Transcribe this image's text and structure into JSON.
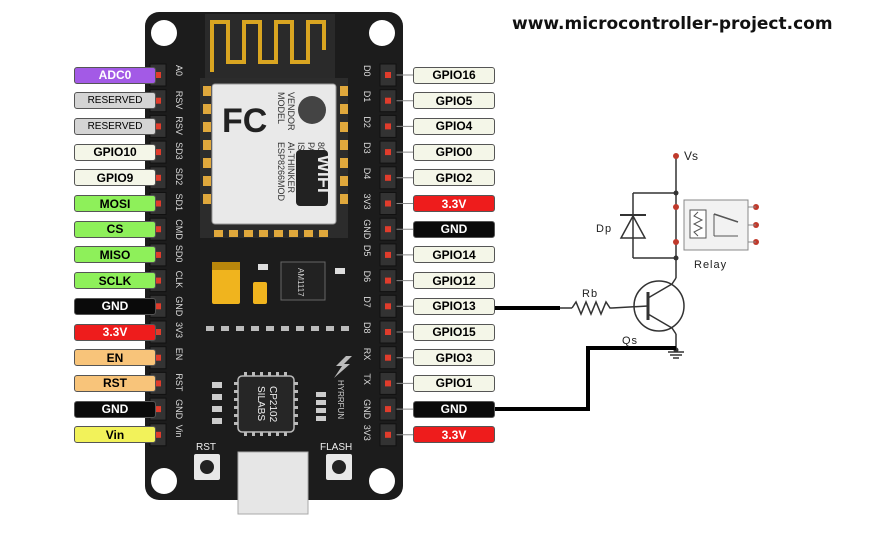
{
  "site_url": "www.microcontroller-project.com",
  "colors": {
    "board": "#1c1c1c",
    "purple": "#a35ae6",
    "gray": "#d4d4d4",
    "white": "#f4f6e8",
    "green": "#8ef05a",
    "black": "#0a0a0a",
    "red": "#ee1c1c",
    "orange": "#f8c47a",
    "yellow": "#f2f25a",
    "pin_red": "#e03c2c"
  },
  "left_pins": [
    {
      "label": "ADC0",
      "color": "purple",
      "silk": "A0"
    },
    {
      "label": "RESERVED",
      "color": "gray",
      "silk": "RSV"
    },
    {
      "label": "RESERVED",
      "color": "gray",
      "silk": "RSV"
    },
    {
      "label": "GPIO10",
      "color": "white",
      "silk": "SD3"
    },
    {
      "label": "GPIO9",
      "color": "white",
      "silk": "SD2"
    },
    {
      "label": "MOSI",
      "color": "green",
      "silk": "SD1"
    },
    {
      "label": "CS",
      "color": "green",
      "silk": "CMD"
    },
    {
      "label": "MISO",
      "color": "green",
      "silk": "SD0"
    },
    {
      "label": "SCLK",
      "color": "green",
      "silk": "CLK"
    },
    {
      "label": "GND",
      "color": "black",
      "silk": "GND"
    },
    {
      "label": "3.3V",
      "color": "red",
      "silk": "3V3"
    },
    {
      "label": "EN",
      "color": "orange",
      "silk": "EN"
    },
    {
      "label": "RST",
      "color": "orange",
      "silk": "RST"
    },
    {
      "label": "GND",
      "color": "black",
      "silk": "GND"
    },
    {
      "label": "Vin",
      "color": "yellow",
      "silk": "Vin"
    }
  ],
  "right_pins": [
    {
      "label": "GPIO16",
      "color": "white",
      "silk": "D0"
    },
    {
      "label": "GPIO5",
      "color": "white",
      "silk": "D1"
    },
    {
      "label": "GPIO4",
      "color": "white",
      "silk": "D2"
    },
    {
      "label": "GPIO0",
      "color": "white",
      "silk": "D3"
    },
    {
      "label": "GPIO2",
      "color": "white",
      "silk": "D4"
    },
    {
      "label": "3.3V",
      "color": "red",
      "silk": "3V3"
    },
    {
      "label": "GND",
      "color": "black",
      "silk": "GND"
    },
    {
      "label": "GPIO14",
      "color": "white",
      "silk": "D5"
    },
    {
      "label": "GPIO12",
      "color": "white",
      "silk": "D6"
    },
    {
      "label": "GPIO13",
      "color": "white",
      "silk": "D7"
    },
    {
      "label": "GPIO15",
      "color": "white",
      "silk": "D8"
    },
    {
      "label": "GPIO3",
      "color": "white",
      "silk": "RX"
    },
    {
      "label": "GPIO1",
      "color": "white",
      "silk": "TX"
    },
    {
      "label": "GND",
      "color": "black",
      "silk": "GND"
    },
    {
      "label": "3.3V",
      "color": "red",
      "silk": "3V3"
    }
  ],
  "module": {
    "logo": "FC",
    "model_lines": [
      "MODEL",
      "VENDOR",
      "ESP8266MOD",
      "AI-THINKER",
      "ISM 2.4GHz",
      "PA +25dBm",
      "802.11b/g/n"
    ],
    "wifi": "WiFi"
  },
  "regulator_text": "AM1117",
  "usb_chip": {
    "line1": "SILABS",
    "line2": "CP2102"
  },
  "brand_text": "HYRRFUN",
  "buttons": {
    "rst": "RST",
    "flash": "FLASH"
  },
  "circuit": {
    "vs_label": "Vs",
    "diode_label": "Dp",
    "relay_label": "Relay",
    "resistor_label": "Rb",
    "transistor_label": "Qs"
  }
}
